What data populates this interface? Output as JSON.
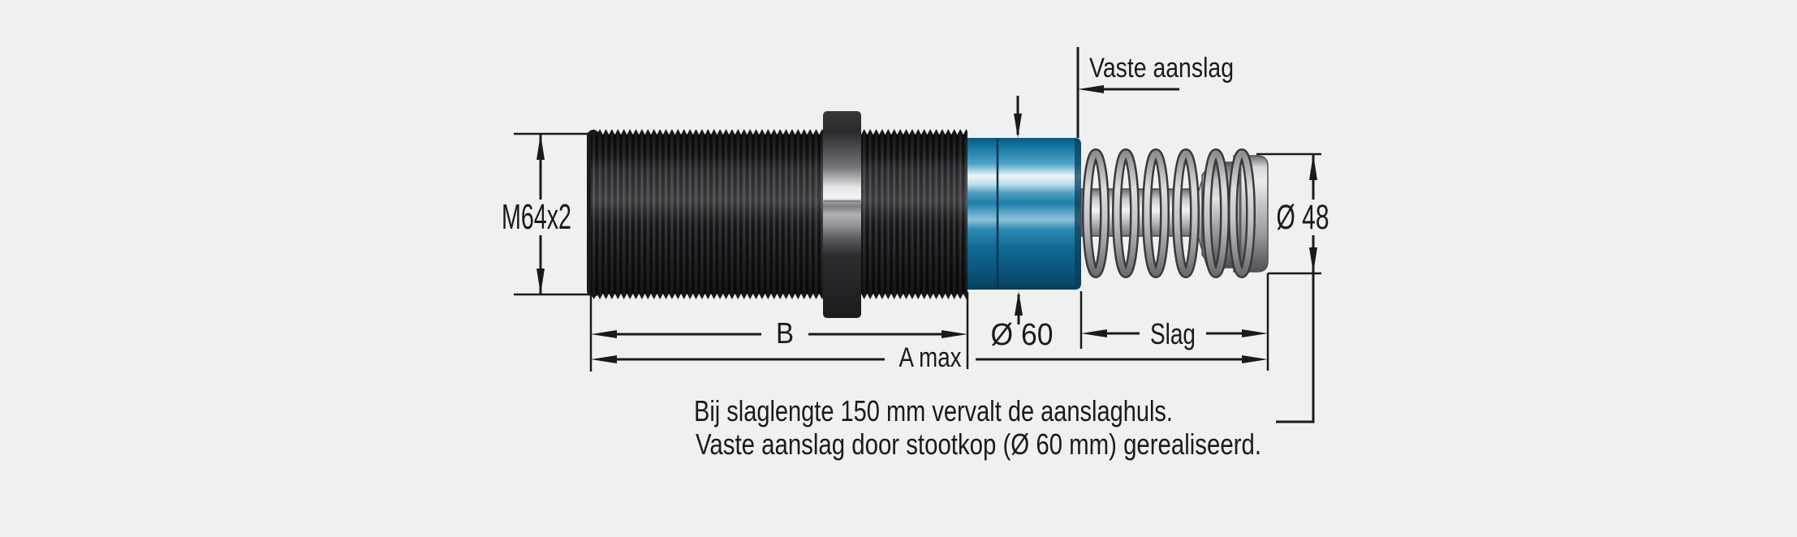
{
  "drawing": {
    "title": "Shock absorber dimension drawing",
    "labels": {
      "thread": "M64x2",
      "fixed_stop": "Vaste aanslag",
      "body_length": "B",
      "overall_length": "A max",
      "sleeve_diameter": "Ø 60",
      "stroke": "Slag",
      "head_diameter": "Ø 48"
    },
    "notes": {
      "line1": "Bij slaglengte 150 mm vervalt de aanslaghuls.",
      "line2": "Vaste aanslag door stootkop (Ø 60 mm) gerealiseerd."
    },
    "colors": {
      "background": "#eff1f1",
      "line": "#1a1a1a",
      "accent_blue": "#1478a4",
      "body_black": "#202022",
      "metal_gray": "#c9c9cd"
    }
  }
}
